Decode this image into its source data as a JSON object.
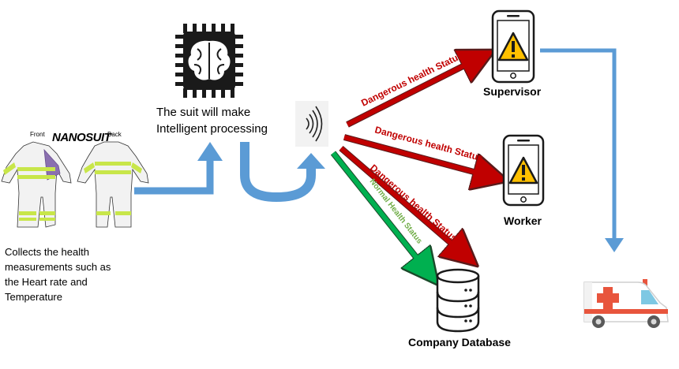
{
  "suit": {
    "brand": "NANOSUIT",
    "front_label": "Front",
    "back_label": "Back",
    "caption": "Collects the health measurements such as the Heart rate and Temperature"
  },
  "processing": {
    "caption": "The suit will make Intelligent processing",
    "icon": "brain-chip-icon"
  },
  "signal": {
    "icon": "wireless-signal-icon"
  },
  "links": [
    {
      "text": "Dangerous health Status",
      "color": "#c00000",
      "target": "supervisor"
    },
    {
      "text": "Dangerous health Status",
      "color": "#c00000",
      "target": "worker"
    },
    {
      "text": "Dangerous health Status",
      "color": "#c00000",
      "target": "company-database"
    },
    {
      "text": "Normal Health Status",
      "color": "#70ad47",
      "target": "company-database"
    }
  ],
  "nodes": {
    "supervisor": "Supervisor",
    "worker": "Worker",
    "database": "Company Database"
  },
  "icons": {
    "phone": "phone-warning-icon",
    "database": "database-icon",
    "ambulance": "ambulance-icon"
  },
  "colors": {
    "flow_arrow": "#5b9bd5",
    "danger": "#c00000",
    "normal": "#00b050",
    "warning": "#ffc000",
    "hivis": "#c8e64a"
  }
}
